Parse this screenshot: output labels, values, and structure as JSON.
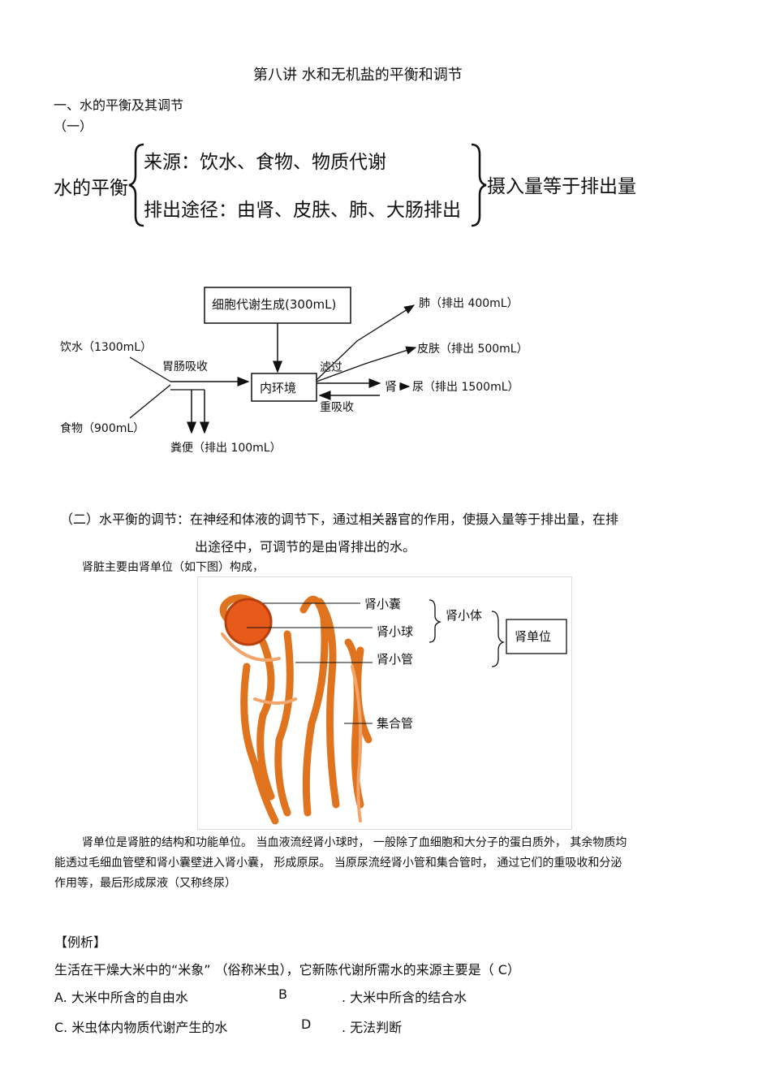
{
  "title": "第八讲   水和无机盐的平衡和调节",
  "section1_heading": "一、水的平衡及其调节",
  "sub1": "（一）",
  "balance": {
    "main_label": "水的平衡",
    "source": "来源：饮水、食物、物质代谢",
    "excretion": "排出途径：由肾、皮肤、肺、大肠排出",
    "conclusion": "摄入量等于排出量"
  },
  "flow": {
    "cell_metabolism": "细胞代谢生成(300mL)",
    "lung": "肺（排出 400mL）",
    "skin": "皮肤（排出 500mL）",
    "drink": "饮水（1300mL）",
    "food": "食物（900mL）",
    "gut_absorb": "胃肠吸收",
    "internal_env": "内环境",
    "filter": "滤过",
    "kidney": "肾",
    "urine": "尿（排出 1500mL）",
    "reabsorb": "重吸收",
    "feces": "粪便（排出 100mL）"
  },
  "sub2_line1": "（二）水平衡的调节：在神经和体液的调节下，通过相关器官的作用，使摄入量等于排出量，在排",
  "sub2_line2": "出途径中，可调节的是由肾排出的水。",
  "kidney_intro": "肾脏主要由肾单位（如下图）构成，",
  "nephron": {
    "capsule": "肾小囊",
    "glomerulus": "肾小球",
    "tubule": "肾小管",
    "corpuscle": "肾小体",
    "unit": "肾单位",
    "collecting_duct": "集合管"
  },
  "para_lines": [
    "肾单位是肾脏的结构和功能单位。    当血液流经肾小球时，    一般除了血细胞和大分子的蛋白质外，     其余物质均",
    "能透过毛细血管壁和肾小囊壁进入肾小囊，          形成原尿。 当原尿流经肾小管和集合管时，       通过它们的重吸收和分泌",
    "作用等，最后形成尿液（又称终尿）"
  ],
  "example_heading": "【例析】",
  "question": "生活在干燥大米中的“米象”  （俗称米虫），它新陈代谢所需水的来源主要是（    C）",
  "options": {
    "a": "A.  大米中所含的自由水",
    "b_letter": "B",
    "b_text": ".  大米中所含的结合水",
    "c": "C.  米虫体内物质代谢产生的水",
    "d_letter": "D",
    "d_text": ".  无法判断"
  }
}
